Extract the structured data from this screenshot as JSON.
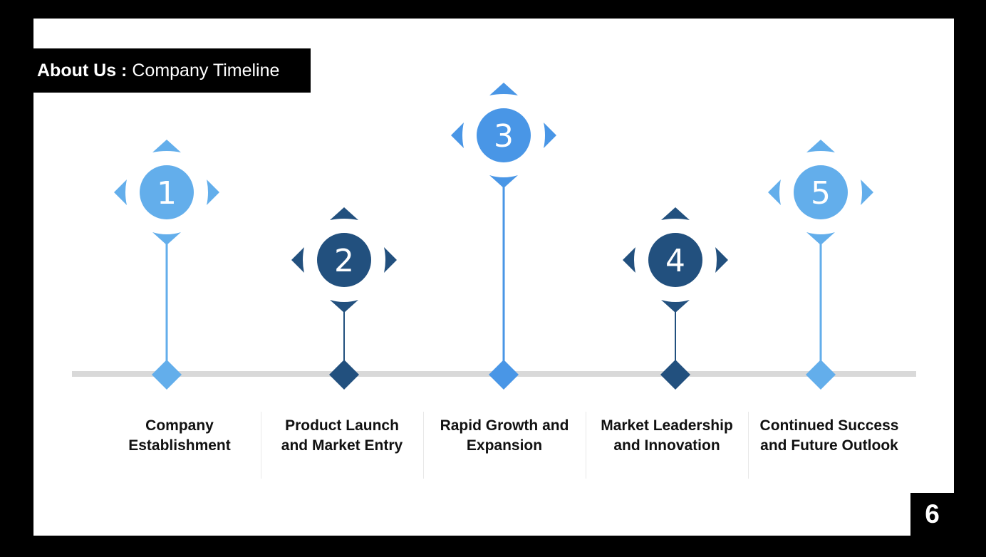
{
  "header": {
    "title_bold": "About Us :",
    "title_rest": "Company Timeline"
  },
  "page_number": "6",
  "colors": {
    "light": "#63aeeb",
    "mid": "#4996e6",
    "dark": "#22507e",
    "track": "#d9d9d9"
  },
  "milestones": [
    {
      "number": "1",
      "label_line1": "Company",
      "label_line2": "Establishment",
      "color": "light"
    },
    {
      "number": "2",
      "label_line1": "Product Launch",
      "label_line2": "and Market Entry",
      "color": "dark"
    },
    {
      "number": "3",
      "label_line1": "Rapid Growth and",
      "label_line2": "Expansion",
      "color": "mid"
    },
    {
      "number": "4",
      "label_line1": "Market Leadership",
      "label_line2": "and Innovation",
      "color": "dark"
    },
    {
      "number": "5",
      "label_line1": "Continued Success",
      "label_line2": "and Future Outlook",
      "color": "light"
    }
  ]
}
